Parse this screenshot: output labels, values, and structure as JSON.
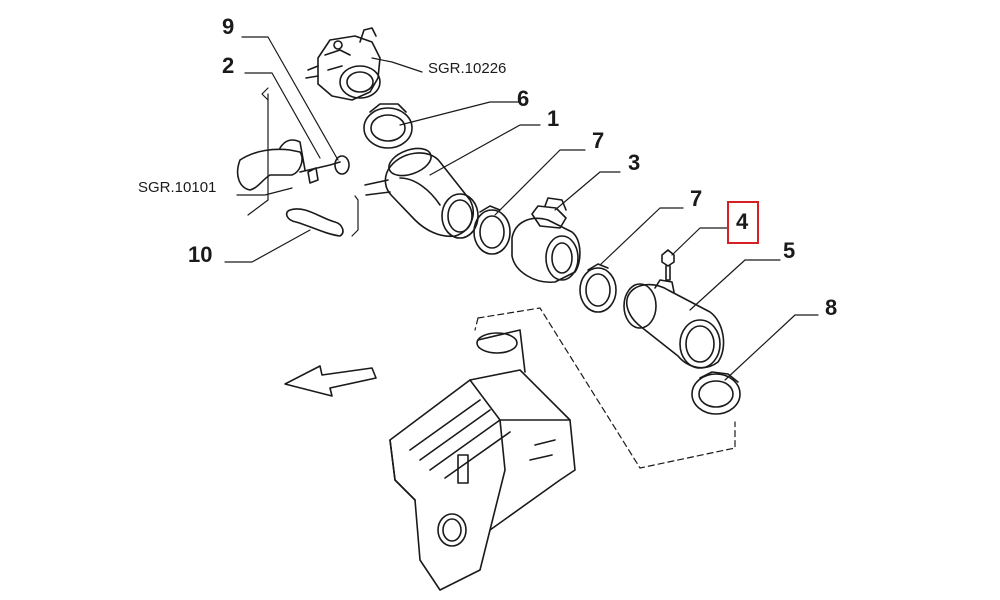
{
  "callouts": {
    "c9": "9",
    "c2": "2",
    "c6": "6",
    "c1": "1",
    "c7a": "7",
    "c3": "3",
    "c7b": "7",
    "c4": "4",
    "c5": "5",
    "c8": "8",
    "c10": "10"
  },
  "references": {
    "throttle_body": "SGR.10226",
    "hose_group": "SGR.10101"
  },
  "colors": {
    "line": "#1a1a1a",
    "highlight": "#d81f26",
    "background": "#ffffff"
  },
  "highlighted_part": "4"
}
